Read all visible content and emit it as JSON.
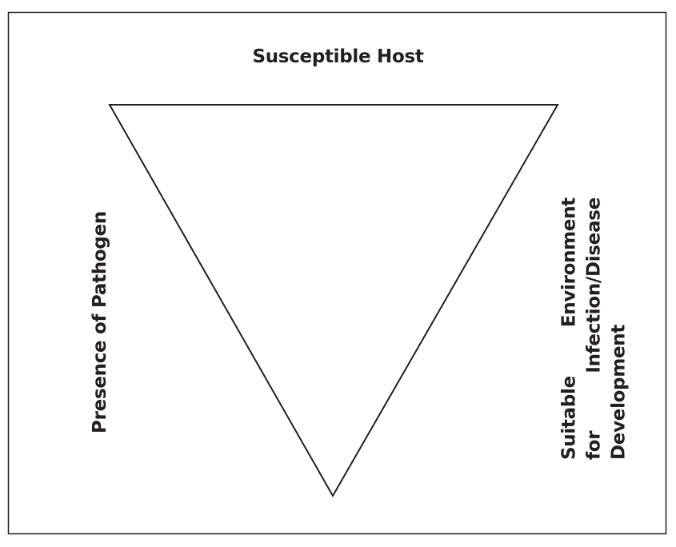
{
  "diagram": {
    "top_label": "Susceptible Host",
    "left_label": "Presence of Pathogen",
    "right_label_lines": [
      "Suitable Environment",
      "for Infection/Disease",
      "Development"
    ],
    "stroke_color": "#231f20"
  }
}
